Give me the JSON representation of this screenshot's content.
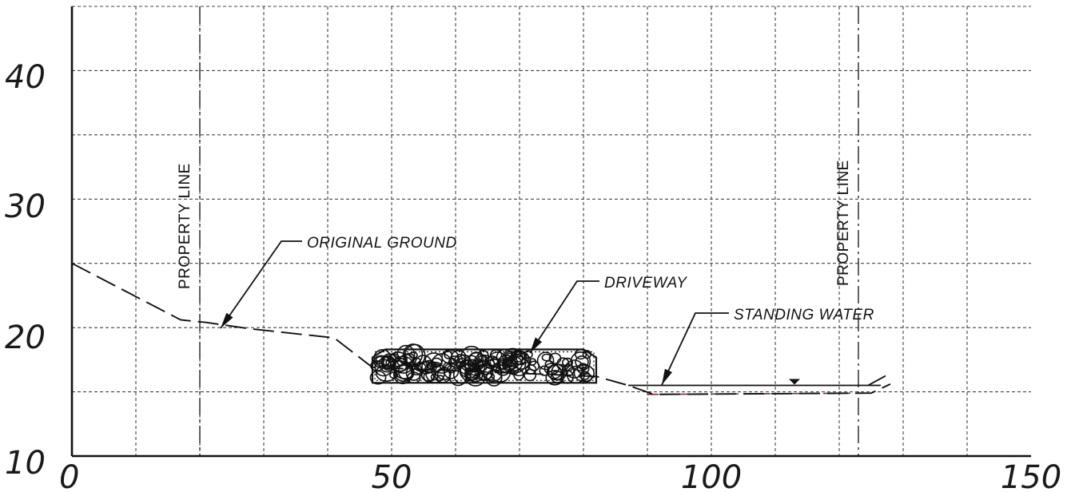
{
  "chart_data": {
    "type": "line",
    "x_ticks": [
      "0",
      "50",
      "100",
      "150"
    ],
    "y_ticks": [
      "10",
      "20",
      "30",
      "40"
    ],
    "xlim": [
      0,
      150
    ],
    "ylim": [
      10,
      45
    ],
    "grid": true,
    "property_lines": [
      {
        "x": 20,
        "label": "PROPERTY LINE"
      },
      {
        "x": 123,
        "label": "PROPERTY LINE"
      }
    ],
    "series": [
      {
        "name": "ORIGINAL GROUND",
        "style": "dashed",
        "x": [
          0,
          17,
          21,
          28,
          41,
          47,
          82,
          87,
          91,
          125,
          128
        ],
        "y": [
          25,
          20.6,
          20.4,
          19.9,
          19.2,
          16.9,
          16.2,
          15.5,
          14.8,
          14.9,
          15.6
        ]
      }
    ],
    "features": {
      "driveway": {
        "label": "DRIVEWAY",
        "x": [
          47,
          82
        ],
        "y": [
          15.7,
          18.3
        ]
      },
      "standing_water": {
        "label": "STANDING WATER",
        "x": [
          87,
          127
        ],
        "surface_y": 15.5
      }
    },
    "annotations": [
      {
        "text": "ORIGINAL GROUND",
        "target": [
          23,
          20.4
        ]
      },
      {
        "text": "DRIVEWAY",
        "target": [
          72,
          18.3
        ]
      },
      {
        "text": "STANDING WATER",
        "target": [
          92,
          15.5
        ]
      }
    ]
  },
  "colors": {
    "ink": "#111111",
    "grid": "#444444",
    "water_bottom": "#7a2f2f"
  }
}
